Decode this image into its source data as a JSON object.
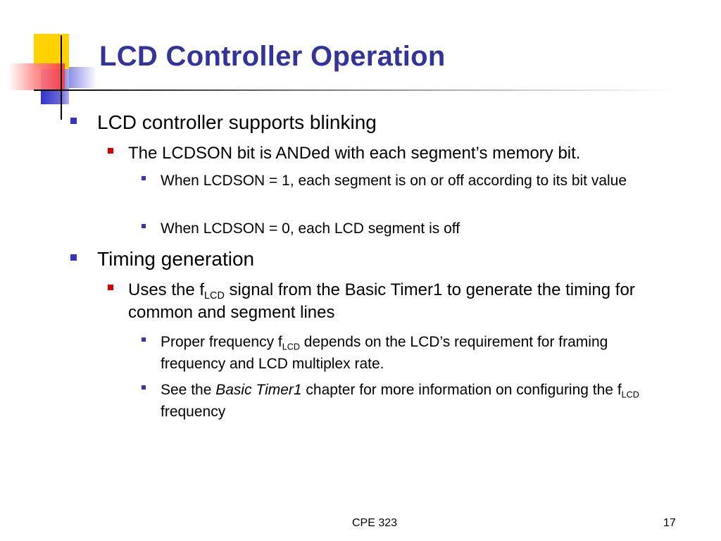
{
  "slide": {
    "title": "LCD Controller Operation",
    "footer_center": "CPE 323",
    "page_number": "17"
  },
  "bullets": [
    {
      "text": "LCD controller supports blinking"
    },
    {
      "text": "The LCDSON bit is ANDed with each segment’s memory bit."
    },
    {
      "text": "When LCDSON = 1, each segment is on or off according to its bit value"
    },
    {
      "text": "When LCDSON = 0, each LCD segment is off"
    },
    {
      "text": "Timing generation"
    },
    {
      "pre": "Uses the f",
      "sub": "LCD",
      "post": " signal from the Basic Timer1 to generate the timing for common and segment lines"
    },
    {
      "pre": "Proper frequency f",
      "sub": "LCD",
      "post": " depends on the LCD’s requirement for framing frequency and LCD multiplex rate."
    },
    {
      "pre": "See the ",
      "em": "Basic Timer1",
      "mid": " chapter for more information on configuring the f",
      "sub": "LCD",
      "post": " frequency"
    }
  ],
  "colors": {
    "title": "#3333a0",
    "level1_bullet": "#3333cc",
    "level2_bullet": "#d40000",
    "level3_bullet": "#3333cc"
  }
}
